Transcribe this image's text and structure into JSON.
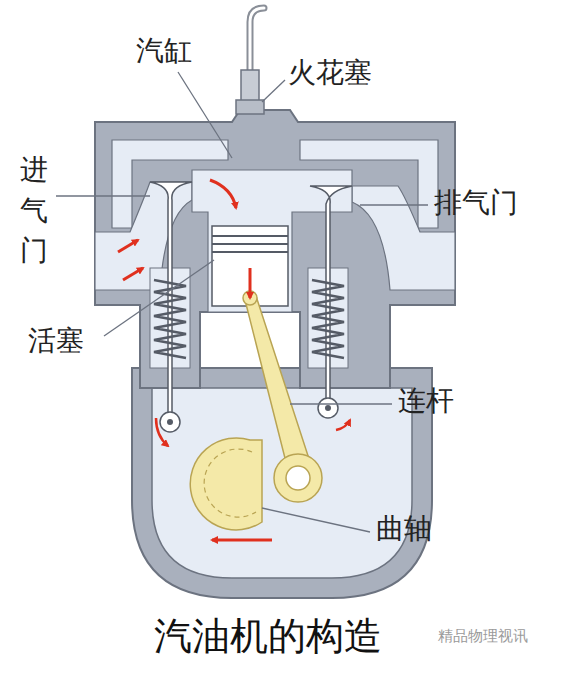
{
  "diagram": {
    "caption": "汽油机的构造",
    "labels": [
      "汽缸",
      "火花塞",
      "进气门",
      "排气门",
      "活塞",
      "连杆",
      "曲轴",
      "精品物理视讯"
    ]
  }
}
